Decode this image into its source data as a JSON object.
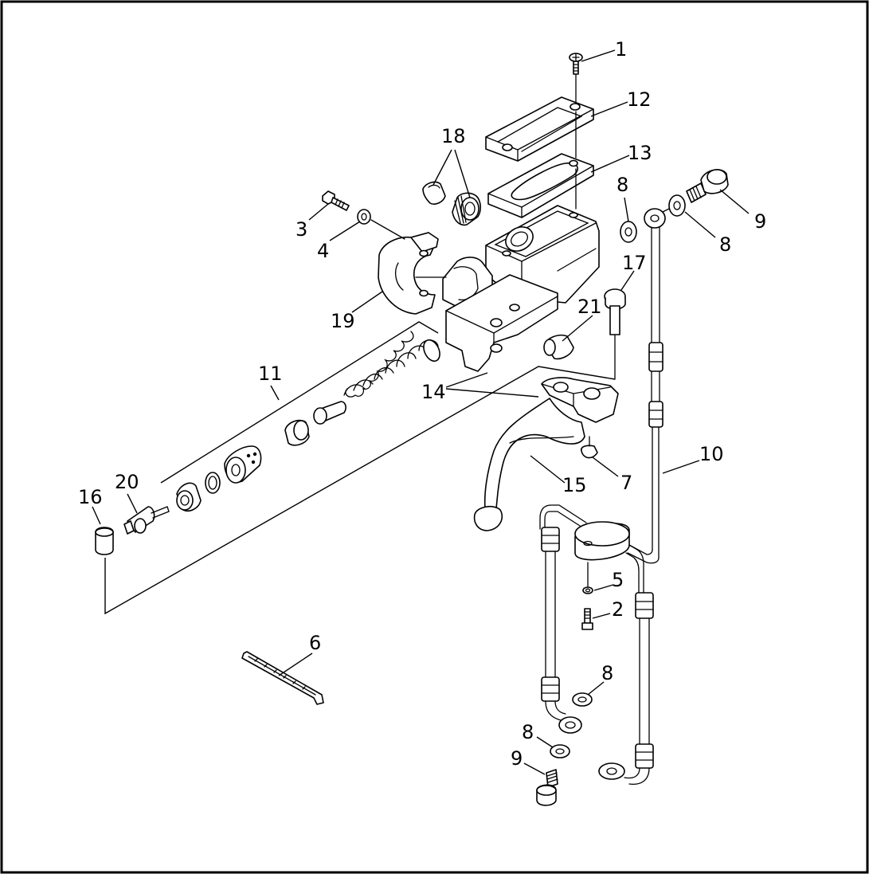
{
  "diagram": {
    "callouts": [
      {
        "id": "c1",
        "text": "1"
      },
      {
        "id": "c2",
        "text": "2"
      },
      {
        "id": "c3",
        "text": "3"
      },
      {
        "id": "c4",
        "text": "4"
      },
      {
        "id": "c5",
        "text": "5"
      },
      {
        "id": "c6",
        "text": "6"
      },
      {
        "id": "c7",
        "text": "7"
      },
      {
        "id": "c8a",
        "text": "8"
      },
      {
        "id": "c8b",
        "text": "8"
      },
      {
        "id": "c8c",
        "text": "8"
      },
      {
        "id": "c8d",
        "text": "8"
      },
      {
        "id": "c9a",
        "text": "9"
      },
      {
        "id": "c9b",
        "text": "9"
      },
      {
        "id": "c10",
        "text": "10"
      },
      {
        "id": "c11",
        "text": "11"
      },
      {
        "id": "c12",
        "text": "12"
      },
      {
        "id": "c13",
        "text": "13"
      },
      {
        "id": "c14",
        "text": "14"
      },
      {
        "id": "c15",
        "text": "15"
      },
      {
        "id": "c16",
        "text": "16"
      },
      {
        "id": "c17",
        "text": "17"
      },
      {
        "id": "c18",
        "text": "18"
      },
      {
        "id": "c19",
        "text": "19"
      },
      {
        "id": "c20",
        "text": "20"
      },
      {
        "id": "c21",
        "text": "21"
      }
    ]
  }
}
